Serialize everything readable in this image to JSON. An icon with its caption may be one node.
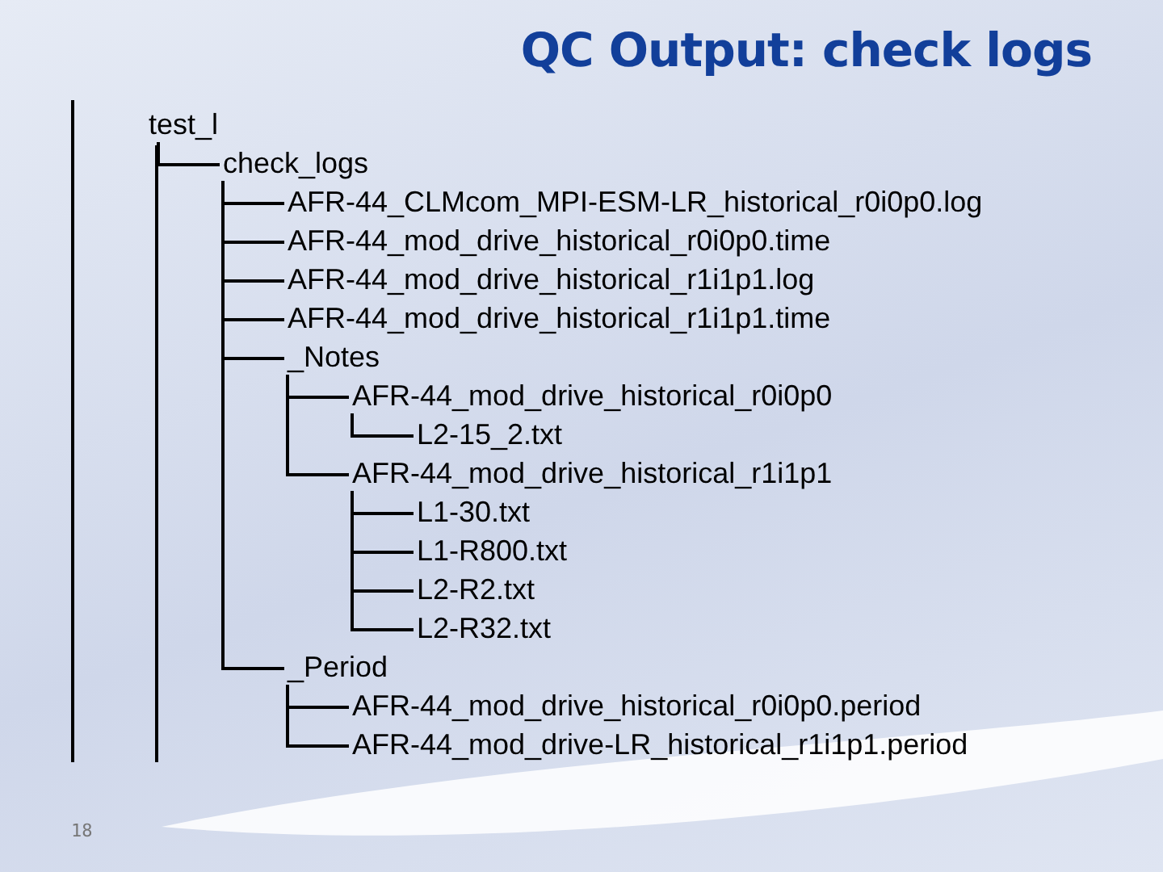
{
  "diagram": {
    "title": "QC Output: check logs",
    "nodes": [
      {
        "text": [
          "test_l"
        ]
      },
      {
        "text": [
          "check_logs"
        ]
      },
      {
        "text": [
          "AFR-44_CLMcom_MPI-ESM-LR_historical_r0i0p0.log"
        ]
      },
      {
        "text": [
          "AFR-44_mod_drive_historical_r0i0p0.time"
        ]
      },
      {
        "text": [
          "AFR-44_mod_drive_historical_r1i1p1.log"
        ]
      },
      {
        "text": [
          "AFR-44_mod_drive_historical_r1i1p1.time"
        ]
      },
      {
        "text": [
          "_Notes"
        ]
      },
      {
        "text": [
          "AFR-44_mod_drive_historical_r0i0p0"
        ]
      },
      {
        "text": [
          "L2-15_2.txt"
        ]
      },
      {
        "text": [
          "AFR-44_mod_drive_historical_r1i1p1"
        ]
      },
      {
        "text": [
          "L1-30.txt"
        ]
      },
      {
        "text": [
          "L1-R800.txt"
        ]
      },
      {
        "text": [
          "L2-R2.txt"
        ]
      },
      {
        "text": [
          "L2-R32.txt"
        ]
      },
      {
        "text": [
          "_Period"
        ]
      },
      {
        "text": [
          "AFR-44_mod_drive_historical_r0i0p0.period"
        ]
      },
      {
        "text": [
          "AFR-44_mod_drive-LR_historical_r1i1p1.period"
        ]
      }
    ],
    "edges": [
      {
        "from": 0,
        "to": 1,
        "arrow": "none"
      },
      {
        "from": 1,
        "to": 2,
        "arrow": "none"
      },
      {
        "from": 1,
        "to": 3,
        "arrow": "none"
      },
      {
        "from": 1,
        "to": 4,
        "arrow": "none"
      },
      {
        "from": 1,
        "to": 5,
        "arrow": "none"
      },
      {
        "from": 1,
        "to": 6,
        "arrow": "none"
      },
      {
        "from": 6,
        "to": 7,
        "arrow": "none"
      },
      {
        "from": 7,
        "to": 8,
        "arrow": "none"
      },
      {
        "from": 6,
        "to": 9,
        "arrow": "none"
      },
      {
        "from": 9,
        "to": 10,
        "arrow": "none"
      },
      {
        "from": 9,
        "to": 11,
        "arrow": "none"
      },
      {
        "from": 9,
        "to": 12,
        "arrow": "none"
      },
      {
        "from": 9,
        "to": 13,
        "arrow": "none"
      },
      {
        "from": 1,
        "to": 14,
        "arrow": "none"
      },
      {
        "from": 14,
        "to": 15,
        "arrow": "none"
      },
      {
        "from": 14,
        "to": 16,
        "arrow": "none"
      }
    ],
    "labels": [
      "18"
    ]
  }
}
